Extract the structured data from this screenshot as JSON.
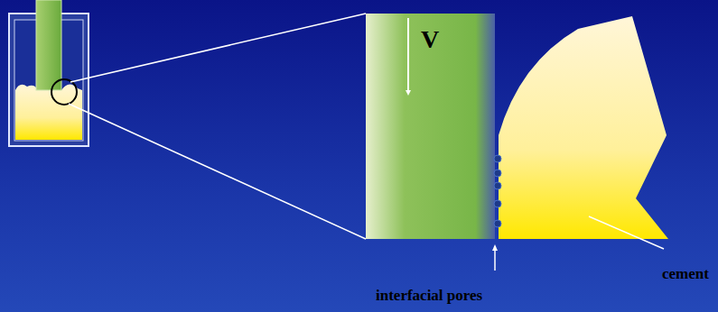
{
  "diagram": {
    "labels": [
      "V",
      "cement",
      "interfacial pores"
    ]
  }
}
